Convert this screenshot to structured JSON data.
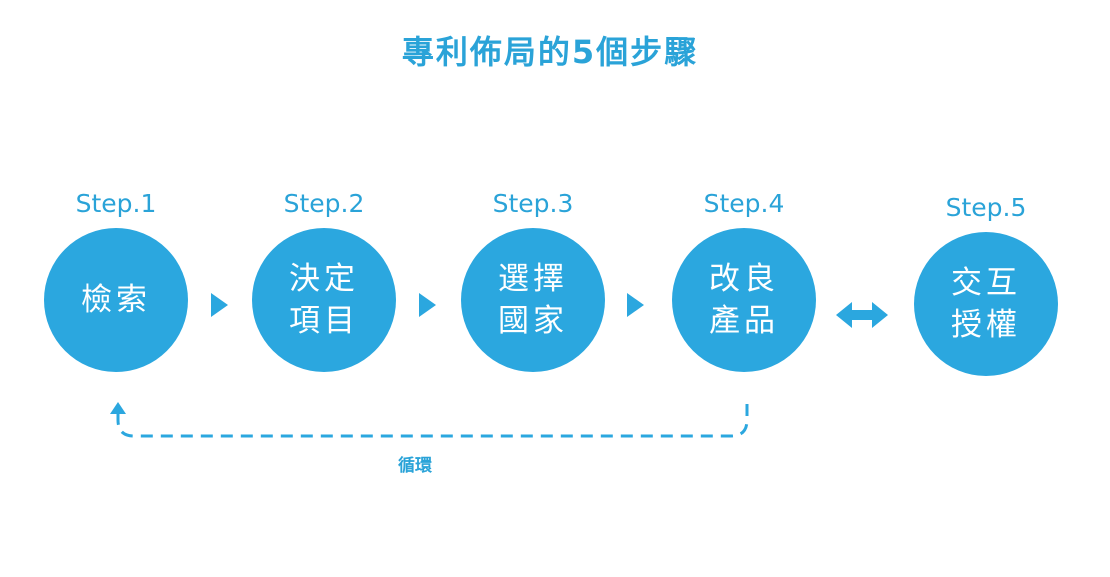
{
  "title": "專利佈局的5個步驟",
  "steps": [
    {
      "label": "Step.1",
      "text": "檢索"
    },
    {
      "label": "Step.2",
      "text": "決定項目"
    },
    {
      "label": "Step.3",
      "text": "選擇國家"
    },
    {
      "label": "Step.4",
      "text": "改良產品"
    },
    {
      "label": "Step.5",
      "text": "交互授權"
    }
  ],
  "loop_label": "循環",
  "colors": {
    "accent": "#2ba7df",
    "text_accent": "#2aa3d8",
    "background": "#ffffff"
  }
}
